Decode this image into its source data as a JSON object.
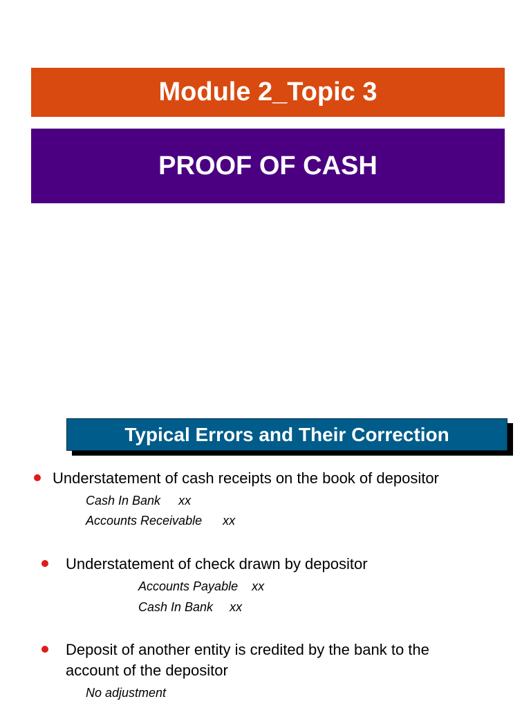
{
  "header": {
    "module": "Module 2_Topic 3",
    "title": "PROOF OF CASH"
  },
  "section": {
    "title": "Typical Errors and Their Correction"
  },
  "colors": {
    "module_banner": "#d84a10",
    "title_banner": "#4b0082",
    "section_header": "#005c8a",
    "bullet": "#e11b1b"
  },
  "items": [
    {
      "text": "Understatement of cash receipts on the book of depositor",
      "entries": [
        {
          "account": "Cash In Bank",
          "amount": "xx"
        },
        {
          "account": "Accounts Receivable",
          "amount": "xx"
        }
      ]
    },
    {
      "text": "Understatement of check drawn by depositor",
      "entries": [
        {
          "account": "Accounts Payable",
          "amount": "xx"
        },
        {
          "account": "Cash In Bank",
          "amount": "xx"
        }
      ]
    },
    {
      "text_line1": "Deposit of another entity is credited by the bank to the",
      "text_line2": "account of the depositor",
      "note": "No adjustment"
    }
  ]
}
